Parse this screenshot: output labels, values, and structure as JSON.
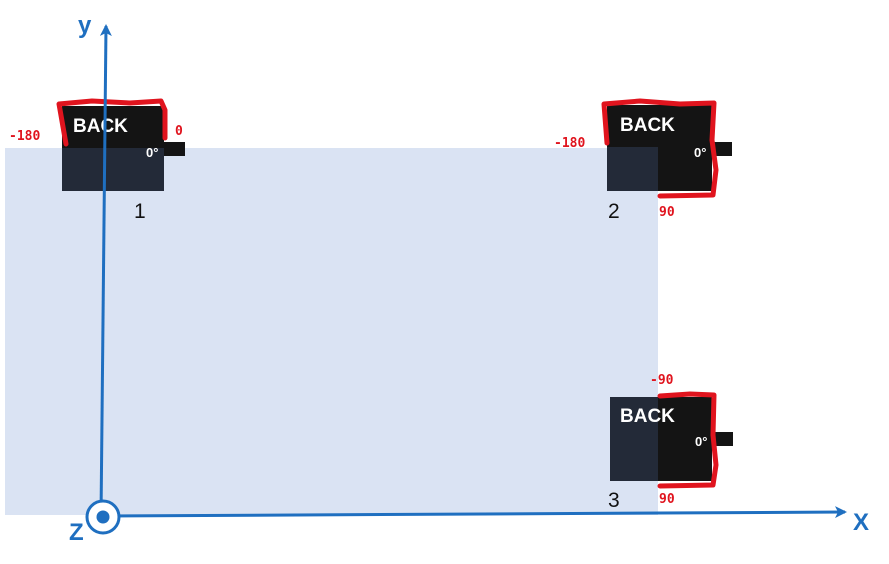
{
  "axes": {
    "y_label": "y",
    "x_label": "X",
    "z_label": "Z"
  },
  "sensors": [
    {
      "number": "1",
      "back_label": "BACK",
      "zero_label": "0°",
      "angle_left": "-180",
      "angle_right": "0"
    },
    {
      "number": "2",
      "back_label": "BACK",
      "zero_label": "0°",
      "angle_left": "-180",
      "angle_bottom": "90"
    },
    {
      "number": "3",
      "back_label": "BACK",
      "zero_label": "0°",
      "angle_top": "-90",
      "angle_bottom": "90"
    }
  ],
  "colors": {
    "area": "#dae3f3",
    "axis": "#1f6fc0",
    "annotation": "#e0141e",
    "sensor_body": "#232a38",
    "sensor_cap": "#141414"
  }
}
